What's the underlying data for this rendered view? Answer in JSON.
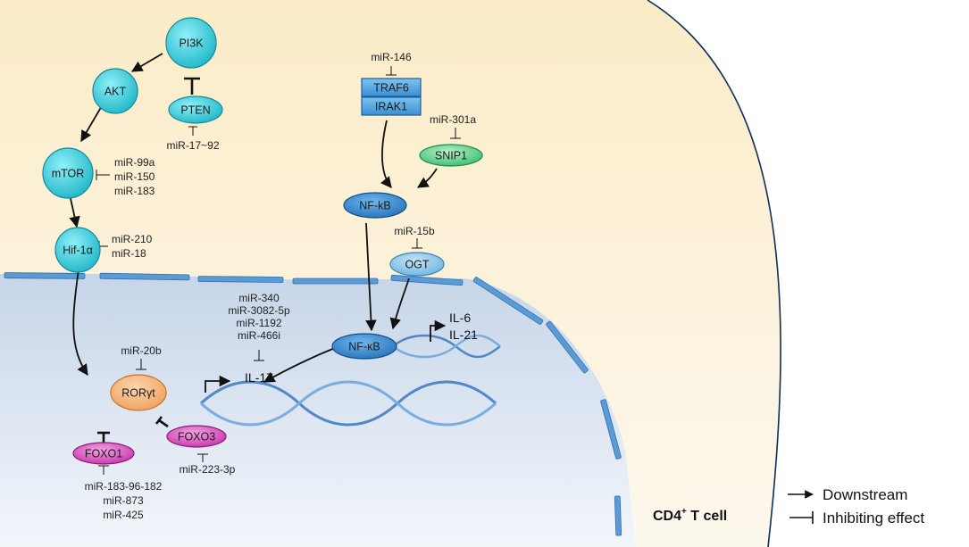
{
  "title": "",
  "colors": {
    "cytoplasm_top": "#fbecc7",
    "cytoplasm_bottom": "#fdf8ee",
    "nucleus_top": "#cbd9ea",
    "nucleus_bottom": "#f4f7fb",
    "membrane": "#0d2e5a",
    "nuclear_envelope": "#5b9bd5",
    "cyan_node": "#31c5d6",
    "blue_node": "#2a7fc9",
    "light_blue_node": "#7cbfe6",
    "green_node": "#3dc47a",
    "orange_node": "#f3a868",
    "magenta_node": "#cf3bb4",
    "dna": "#3a78c2"
  },
  "nodes": {
    "pi3k": "PI3K",
    "akt": "AKT",
    "pten": "PTEN",
    "mtor": "mTOR",
    "hif1a": "Hif-1α",
    "traf6": "TRAF6",
    "irak1": "IRAK1",
    "snip1": "SNIP1",
    "nfkb_cyto": "NF-kB",
    "ogt": "OGT",
    "nfkb_nuc": "NF-κB",
    "roryt": "RORγt",
    "foxo1": "FOXO1",
    "foxo3": "FOXO3"
  },
  "mirnas": {
    "pten": "miR-17~92",
    "mtor": [
      "miR-99a",
      "miR-150",
      "miR-183"
    ],
    "hif1a": [
      "miR-210",
      "miR-18"
    ],
    "traf6": "miR-146",
    "snip1": "miR-301a",
    "ogt": "miR-15b",
    "il17": [
      "miR-340",
      "miR-3082-5p",
      "miR-1192",
      "miR-466i"
    ],
    "roryt": "miR-20b",
    "foxo3": "miR-223-3p",
    "foxo1": [
      "miR-183-96-182",
      "miR-873",
      "miR-425"
    ]
  },
  "genes": {
    "il17": "IL-17",
    "il6": "IL-6",
    "il21": "IL-21"
  },
  "cell_label": "CD4",
  "cell_label_sup": "+",
  "cell_label_rest": " T cell",
  "legend": {
    "downstream": "Downstream",
    "inhibiting": "Inhibiting effect"
  }
}
